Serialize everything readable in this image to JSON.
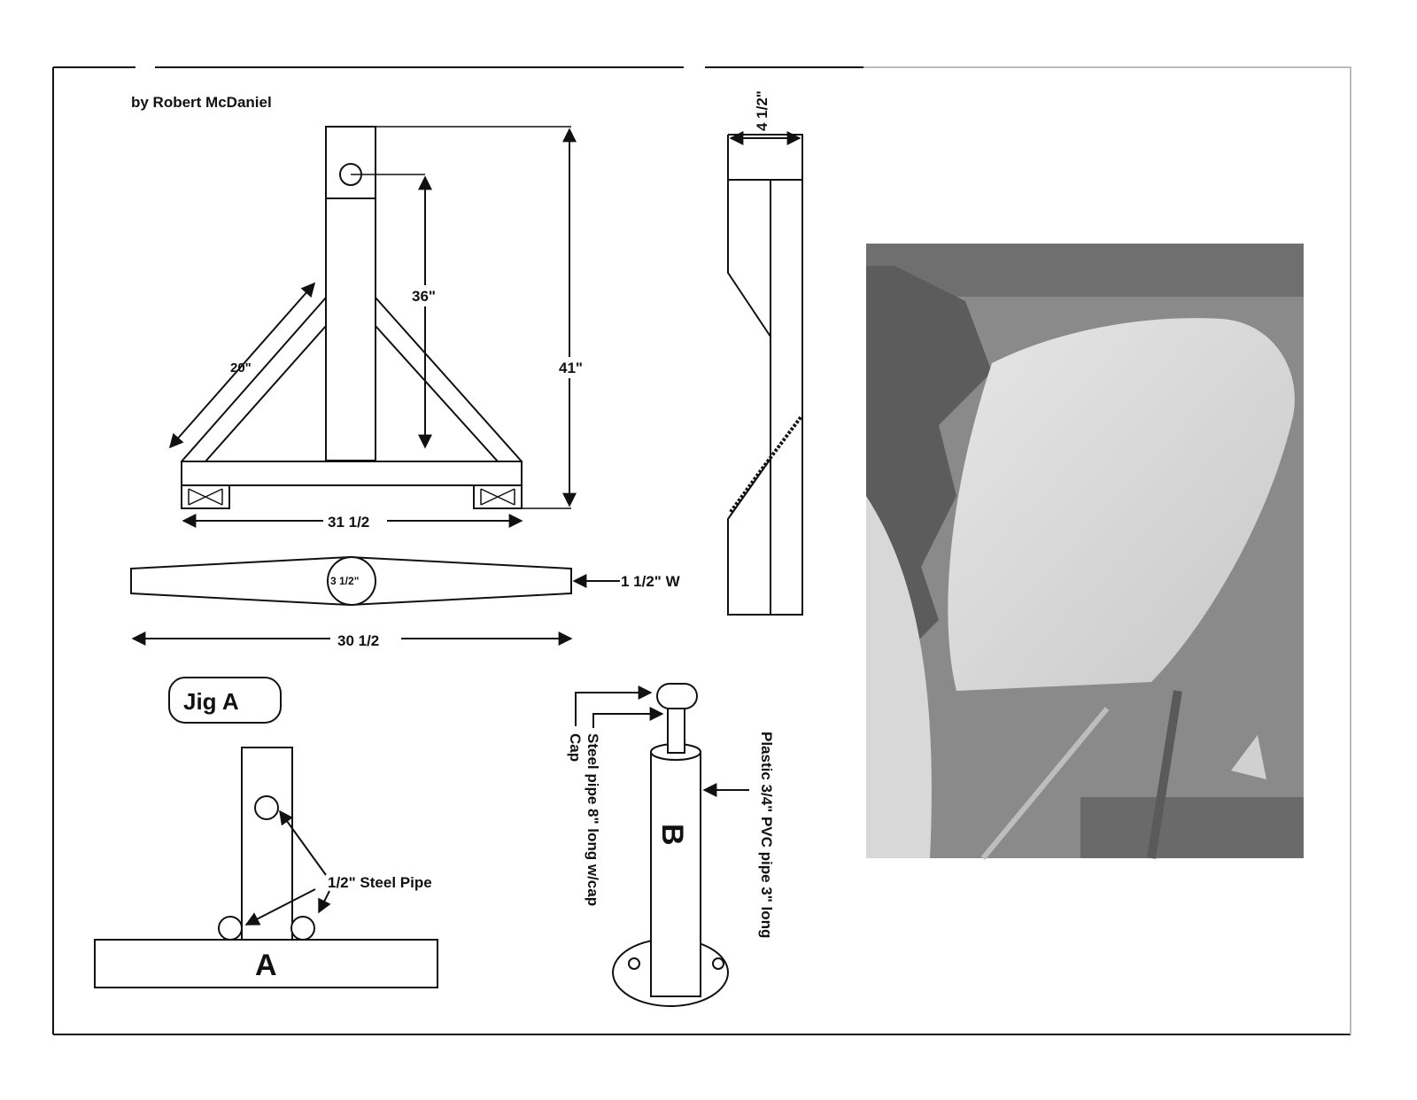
{
  "byline": "by Robert McDaniel",
  "dimensions": {
    "height_36": "36\"",
    "height_41": "41\"",
    "brace_20": "20\"",
    "base_31": "31  1/2",
    "width_30": "30 1/2",
    "hole_3": "3  1/2\"",
    "thick_1": "1 1/2\" W",
    "side_4": "4  1/2\""
  },
  "jig_a": {
    "badge": "Jig A",
    "letter": "A",
    "pipe_label": "1/2\" Steel Pipe"
  },
  "jig_b": {
    "letter": "B",
    "cap_label": "Cap",
    "steel_label": "Steel pipe 8\" long w/cap",
    "pvc_label": "Plastic 3/4\" PVC pipe 3\" long"
  },
  "photo": {
    "description_colors": {
      "bg": "#8a8a8a",
      "hull": "#dcdcdc"
    }
  }
}
